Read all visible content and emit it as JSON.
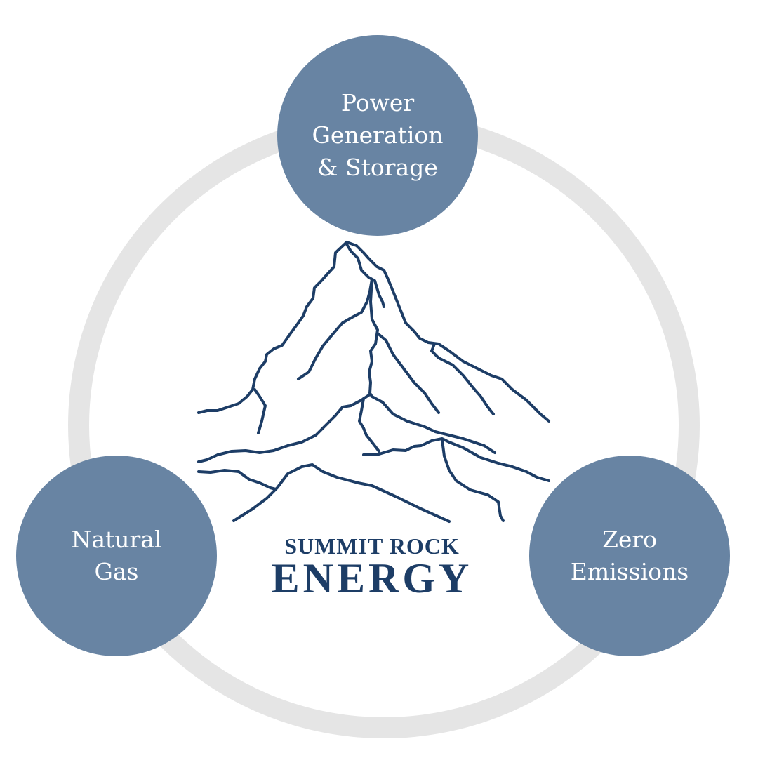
{
  "nodes": {
    "top": {
      "lines": [
        "Power",
        "Generation",
        "& Storage"
      ]
    },
    "left": {
      "lines": [
        "Natural",
        "Gas"
      ]
    },
    "right": {
      "lines": [
        "Zero",
        "Emissions"
      ]
    }
  },
  "logo": {
    "line1": "SUMMIT ROCK",
    "line2": "ENERGY"
  },
  "colors": {
    "node": "#6884a3",
    "ring": "#e5e5e5",
    "brand": "#1d3d66"
  }
}
